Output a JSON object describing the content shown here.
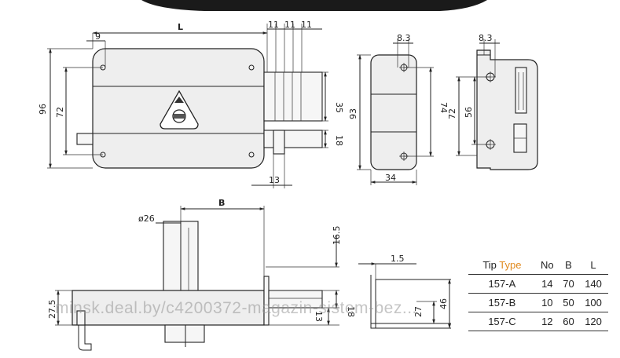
{
  "dimensions": {
    "front_width": "L",
    "edge_9": "9",
    "bolt_spacing": [
      "11",
      "11",
      "11"
    ],
    "height_96": "96",
    "hole_72": "72",
    "bolt_35": "35",
    "latch_18": "18",
    "bottom_13": "13",
    "side_8_3": "8.3",
    "side_93": "93",
    "side_74": "74",
    "side_34": "34",
    "keeper_8_3": "8.3",
    "keeper_72": "72",
    "keeper_56": "56",
    "top_b": "B",
    "cyl_26": "ø26",
    "top_16_5": "16.5",
    "top_27_5": "27.5",
    "top_18": "18",
    "top_13": "13",
    "sec_1_5": "1.5",
    "sec_27": "27",
    "sec_46": "46"
  },
  "spec_table": {
    "head_tip": "Tip",
    "head_type": "Type",
    "head_no": "No",
    "head_b": "B",
    "head_l": "L",
    "rows": [
      {
        "tip": "157-A",
        "no": "14",
        "b": "70",
        "l": "140"
      },
      {
        "tip": "157-B",
        "no": "10",
        "b": "50",
        "l": "100"
      },
      {
        "tip": "157-C",
        "no": "12",
        "b": "60",
        "l": "120"
      }
    ]
  },
  "watermark": "minsk.deal.by/c4200372-magazin-sistem-bez..."
}
